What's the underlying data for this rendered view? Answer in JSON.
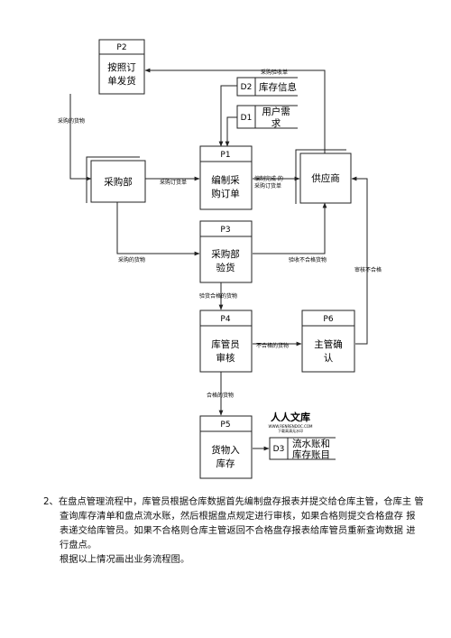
{
  "processes": {
    "p2": {
      "id": "P2",
      "line1": "按照订",
      "line2": "单发货"
    },
    "p1": {
      "id": "P1",
      "line1": "编制采",
      "line2": "购订单"
    },
    "p3": {
      "id": "P3",
      "line1": "采购部",
      "line2": "验货"
    },
    "p4": {
      "id": "P4",
      "line1": "库管员",
      "line2": "审核"
    },
    "p6": {
      "id": "P6",
      "line1": "主管确",
      "line2": "认"
    },
    "p5": {
      "id": "P5",
      "line1": "货物入",
      "line2": "库存"
    }
  },
  "entities": {
    "purchasing": "采购部",
    "supplier": "供应商"
  },
  "stores": {
    "d2": {
      "id": "D2",
      "name": "库存信息"
    },
    "d1": {
      "id": "D1",
      "line1": "用户需",
      "line2": "求"
    },
    "d3": {
      "id": "D3",
      "line1": "流水账和",
      "line2": "库存账目"
    }
  },
  "flows": {
    "receipt_list": "采购验收单",
    "purchase_goods_left": "采购的货物",
    "purchase_order": "采购订货单",
    "completed_order_1": "编制完成 的",
    "completed_order_2": "采购订货单",
    "purchased_goods": "采购的货物",
    "rejected_goods": "验收不合格货物",
    "inspected_goods": "验货合格的货物",
    "unqualified_goods": "不合格的货物",
    "audit_failed": "审核不合格",
    "qualified_goods": "合格的货物"
  },
  "watermark": {
    "main": "人人文库",
    "sub": "WWW.RENRENDOC.COM",
    "sub2": "下载高清无水印"
  },
  "question": {
    "line1": "2、在盘点管理流程中，库管员根据仓库数据首先编制盘存报表并提交给仓库主管，仓库主 管",
    "line2": "查询库存清单和盘点流水账，然后根据盘点规定进行审核，如果合格则提交合格盘存 报",
    "line3": "表递交给库管员。如果不合格则仓库主管返回不合格盘存报表给库管员重新查询数据 进",
    "line4": "行盘点。",
    "line5": "根据以上情况画出业务流程图。"
  }
}
